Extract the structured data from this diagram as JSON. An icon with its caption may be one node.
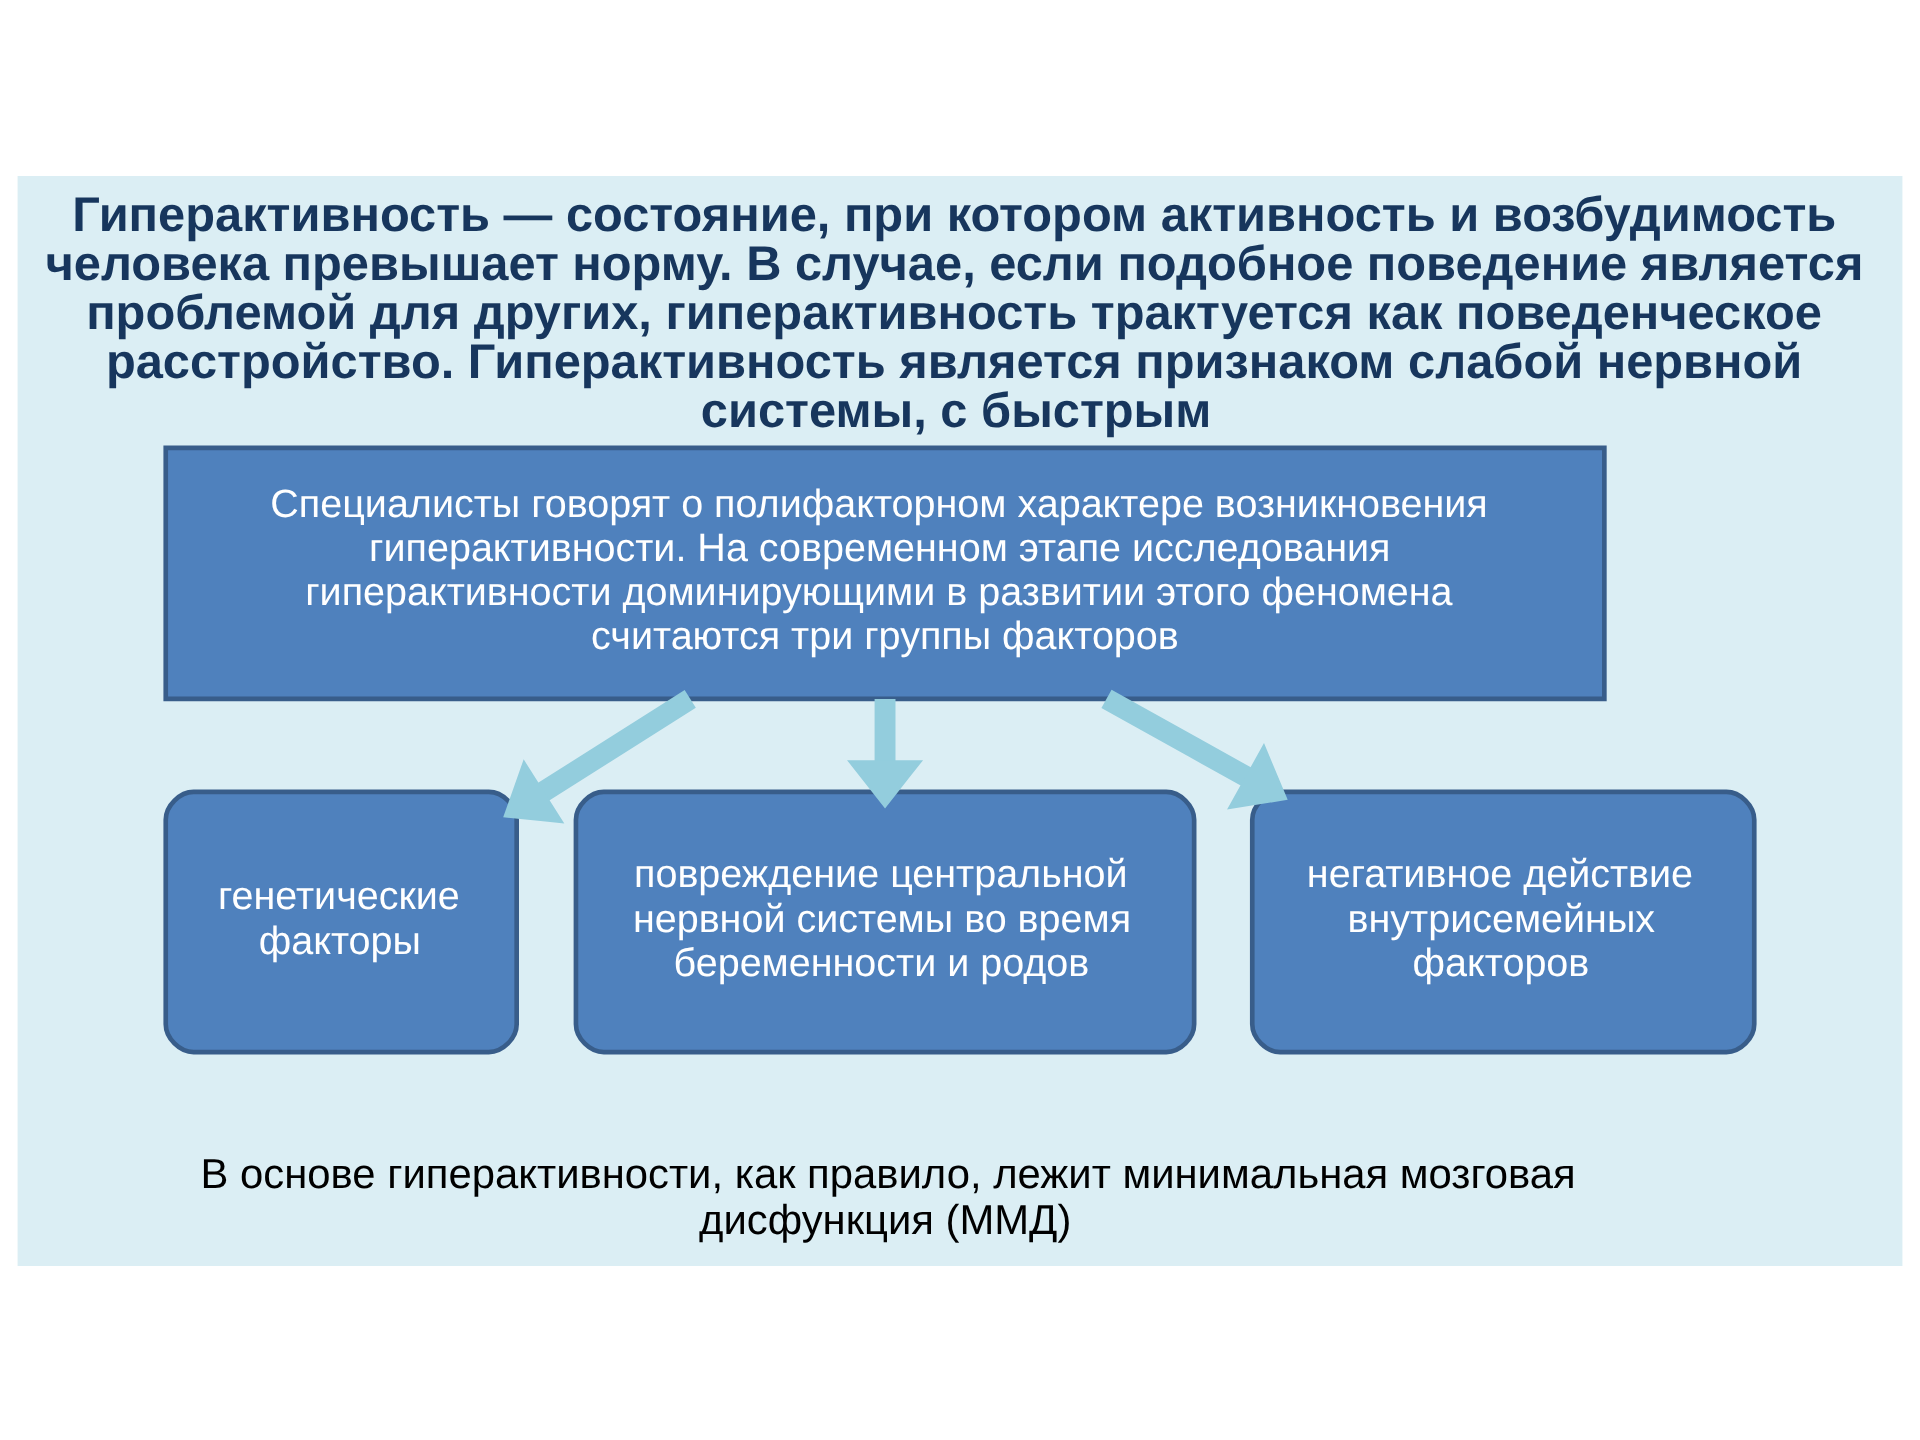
{
  "diagram": {
    "title": "Гиперактивность — состояние, при котором активность и возбудимость человека превышает норму. В случае, если подобное поведение является проблемой для других, гиперактивность трактуется как поведенческое расстройство. Гиперактивность является признаком слабой нервной системы, с быстрым",
    "caption": "В основе гиперактивности, как правило, лежит минимальная мозговая дисфункция (ММД)",
    "nodes": [
      {
        "text": [
          "Специалисты говорят о полифакторном характере возникновения гиперактивности. На современном этапе исследования гиперактивности доминирующими в развитии этого феномена считаются три группы факторов"
        ]
      },
      {
        "text": [
          "генетические факторы"
        ]
      },
      {
        "text": [
          "повреждение центральной нервной системы во время беременности и родов"
        ]
      },
      {
        "text": [
          "негативное действие внутрисемейных факторов"
        ]
      }
    ],
    "edges": [
      {
        "from": 0,
        "to": 1,
        "arrow": "to"
      },
      {
        "from": 0,
        "to": 2,
        "arrow": "to"
      },
      {
        "from": 0,
        "to": 3,
        "arrow": "to"
      }
    ]
  }
}
